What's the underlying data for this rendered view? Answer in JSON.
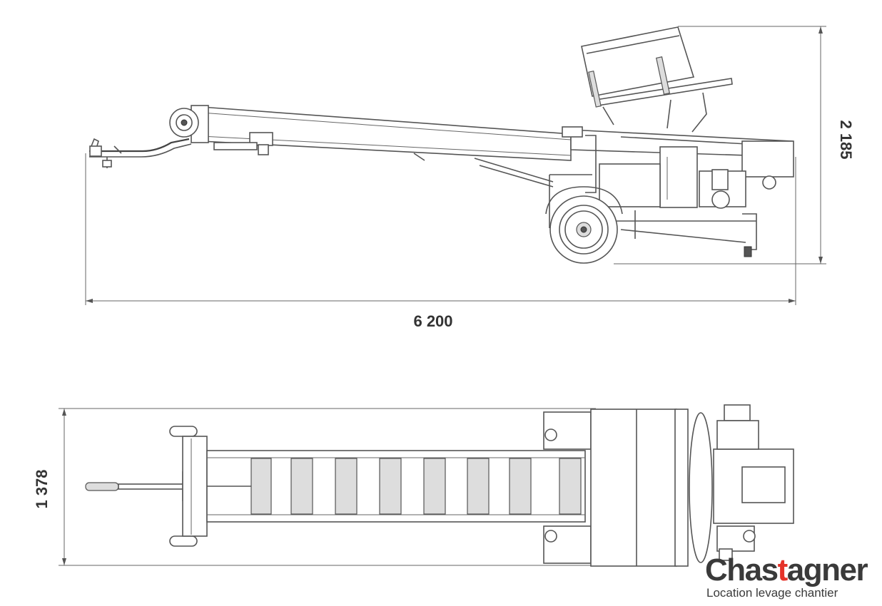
{
  "dimensions": {
    "height": "2 185",
    "length": "6 200",
    "width": "1 378"
  },
  "logo": {
    "name_prefix": "Chas",
    "name_accent": "t",
    "name_suffix": "agner",
    "tagline": "Location levage chantier",
    "accent_color": "#e5332a",
    "text_color": "#3a3a3a"
  }
}
